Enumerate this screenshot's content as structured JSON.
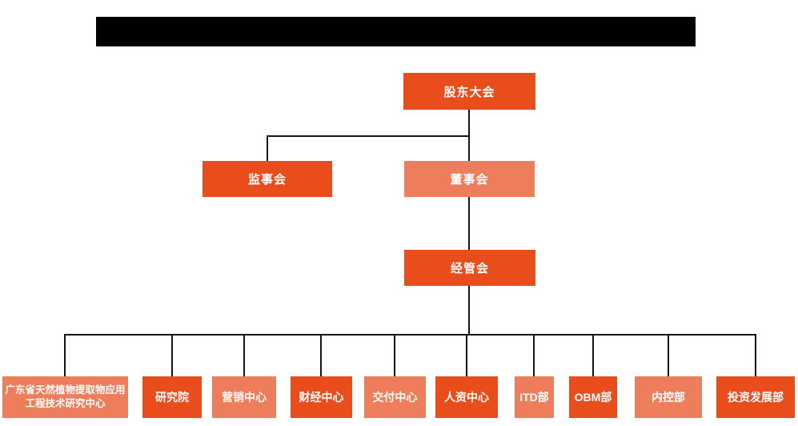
{
  "colors": {
    "box_primary": "#e94d1b",
    "box_secondary": "#ed7d5b",
    "connector_line": "#141414",
    "redacted_bar": "#000000",
    "box_text": "#ffffff",
    "background": "#ffffff"
  },
  "chart": {
    "type": "org-chart",
    "title_state": "redacted-black-bar",
    "levels": {
      "shareholders": {
        "label": "股东大会"
      },
      "supervisory": {
        "label": "监事会",
        "reports_to": "股东大会"
      },
      "board": {
        "label": "董事会",
        "reports_to": "股东大会"
      },
      "management": {
        "label": "经管会",
        "reports_to": "董事会"
      }
    },
    "departments": [
      {
        "label": "广东省天然植物提取物应用工程技术研究中心",
        "tone": "secondary",
        "reports_to": "经管会"
      },
      {
        "label": "研究院",
        "tone": "primary",
        "reports_to": "经管会"
      },
      {
        "label": "营销中心",
        "tone": "secondary",
        "reports_to": "经管会"
      },
      {
        "label": "财经中心",
        "tone": "primary",
        "reports_to": "经管会"
      },
      {
        "label": "交付中心",
        "tone": "secondary",
        "reports_to": "经管会"
      },
      {
        "label": "人资中心",
        "tone": "primary",
        "reports_to": "经管会"
      },
      {
        "label": "ITD部",
        "tone": "secondary",
        "reports_to": "经管会"
      },
      {
        "label": "OBM部",
        "tone": "primary",
        "reports_to": "经管会"
      },
      {
        "label": "内控部",
        "tone": "secondary",
        "reports_to": "经管会"
      },
      {
        "label": "投资发展部",
        "tone": "primary",
        "reports_to": "经管会"
      }
    ]
  }
}
